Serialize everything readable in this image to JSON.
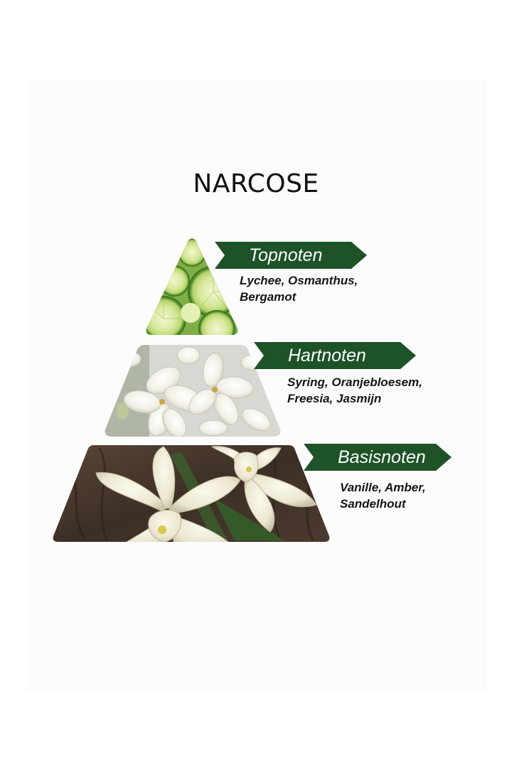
{
  "title": "NARCOSE",
  "tiers": [
    {
      "label": "Topnoten",
      "lines": [
        "Lychee, Osmanthus,",
        "Bergamot"
      ]
    },
    {
      "label": "Hartnoten",
      "lines": [
        "Syring, Oranjebloesem,",
        "Freesia, Jasmijn"
      ]
    },
    {
      "label": "Basisnoten",
      "lines": [
        "Vanille, Amber,",
        "Sandelhout"
      ]
    }
  ],
  "colors": {
    "tag_green": "#1d5327",
    "text": "#151515",
    "background": "#fcfcfc"
  },
  "images": [
    {
      "tier": "Topnoten",
      "depicts": "bergamot-slices-image"
    },
    {
      "tier": "Hartnoten",
      "depicts": "white-lilac-flowers-image"
    },
    {
      "tier": "Basisnoten",
      "depicts": "vanilla-orchid-on-sandalwood-image"
    }
  ]
}
